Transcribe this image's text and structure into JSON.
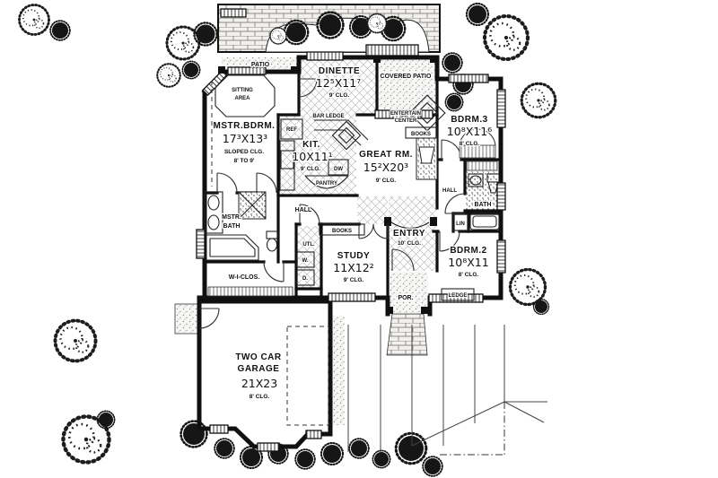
{
  "plan_type": "single-story house floor plan",
  "colors": {
    "ink": "#111111",
    "paper": "#ffffff"
  },
  "L": {
    "patio": "PATIO",
    "covered_patio": "COVERED PATIO",
    "sitting1": "SITTING",
    "sitting2": "AREA",
    "mstr_name": "MSTR.BDRM.",
    "mstr_dims": "17³X13³",
    "mstr_note1": "SLOPED CLG.",
    "mstr_note2": "8' TO 9'",
    "dinette_name": "DINETTE",
    "dinette_dims": "12⁵X11⁷",
    "dinette_note": "9' CLG.",
    "kit_name": "KIT.",
    "kit_dims": "10X11¹",
    "kit_note": "9' CLG.",
    "bar_ledge": "BAR LEDGE",
    "ref": "REF",
    "dw": "DW",
    "pantry": "PANTRY",
    "ec1": "ENTERTAIN",
    "ec2": "CENTER",
    "books1": "BOOKS",
    "books2": "BOOKS",
    "great_name": "GREAT RM.",
    "great_dims": "15²X20³",
    "great_note": "9' CLG.",
    "bdrm3_name": "BDRM.3",
    "bdrm3_dims": "10⁸X11⁶",
    "bdrm3_note": "8' CLG.",
    "bdrm2_name": "BDRM.2",
    "bdrm2_dims": "10⁸X11",
    "bdrm2_note": "8' CLG.",
    "study_name": "STUDY",
    "study_dims": "11X12²",
    "study_note": "9' CLG.",
    "entry_name": "ENTRY",
    "entry_note": "10' CLG.",
    "hall1": "HALL",
    "hall2": "HALL",
    "mbath1": "MSTR.",
    "mbath2": "BATH",
    "bath": "BATH",
    "lin": "LIN",
    "wic": "W-I-CLOS.",
    "utl": "UTL.",
    "w": "W.",
    "d": "D.",
    "por": "POR.",
    "ledge": "LEDGE",
    "gar1": "TWO CAR",
    "gar2": "GARAGE",
    "gar_dims": "21X23",
    "gar_note": "8' CLG."
  }
}
